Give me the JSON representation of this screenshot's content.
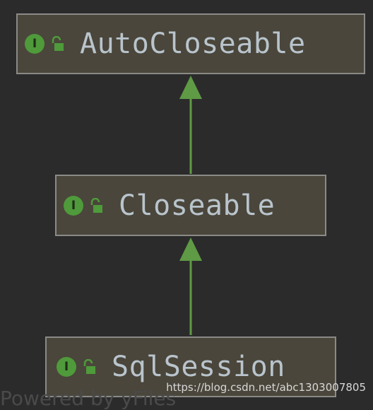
{
  "diagram": {
    "nodes": [
      {
        "id": "autocloseable",
        "label": "AutoCloseable",
        "badge": "I",
        "icon": "interface-icon",
        "visibility_icon": "unlocked-padlock-icon"
      },
      {
        "id": "closeable",
        "label": "Closeable",
        "badge": "I",
        "icon": "interface-icon",
        "visibility_icon": "unlocked-padlock-icon"
      },
      {
        "id": "sqlsession",
        "label": "SqlSession",
        "badge": "I",
        "icon": "interface-icon",
        "visibility_icon": "unlocked-padlock-icon"
      }
    ],
    "edges": [
      {
        "from": "closeable",
        "to": "autocloseable",
        "type": "extends"
      },
      {
        "from": "sqlsession",
        "to": "closeable",
        "type": "extends"
      }
    ]
  },
  "colors": {
    "background": "#2b2b2b",
    "node_fill": "#4a463b",
    "node_border": "#8a8a88",
    "interface_badge": "#4f9a3b",
    "arrow": "#5f9a45",
    "label_text": "#b9c4cc"
  },
  "watermark": {
    "url": "https://blog.csdn.net/abc1303007805",
    "faded_text": "Powered by yFiles"
  }
}
